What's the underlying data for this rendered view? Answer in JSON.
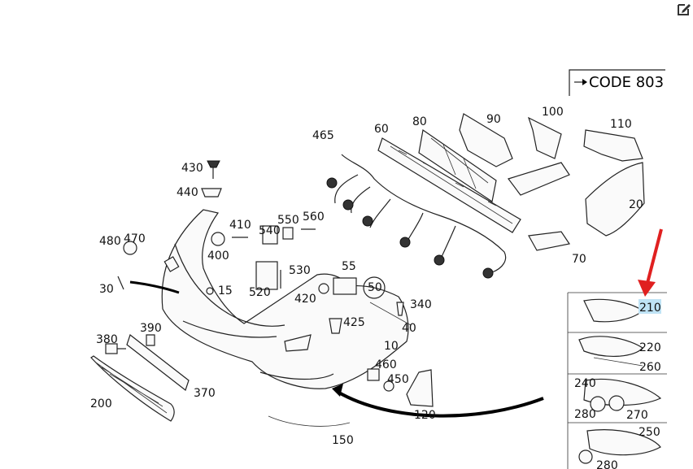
{
  "toolbar": {
    "edit_icon": "edit-icon"
  },
  "diagram": {
    "code_label": "CODE 803",
    "highlight_color": "#bfe3f5",
    "arrow_color": "#e02020",
    "highlighted_part": "210",
    "labels": {
      "p10": "10",
      "p15": "15",
      "p20": "20",
      "p30": "30",
      "p40": "40",
      "p50": "50",
      "p55": "55",
      "p60": "60",
      "p70": "70",
      "p80": "80",
      "p90": "90",
      "p100": "100",
      "p110": "110",
      "p120": "120",
      "p150": "150",
      "p200": "200",
      "p210": "210",
      "p220": "220",
      "p240": "240",
      "p250": "250",
      "p260": "260",
      "p270": "270",
      "p280a": "280",
      "p280b": "280",
      "p340": "340",
      "p370": "370",
      "p380": "380",
      "p390": "390",
      "p400": "400",
      "p410": "410",
      "p420": "420",
      "p425": "425",
      "p430": "430",
      "p440": "440",
      "p450": "450",
      "p460": "460",
      "p465": "465",
      "p470": "470",
      "p480": "480",
      "p520": "520",
      "p530": "530",
      "p540": "540",
      "p550": "550",
      "p560": "560"
    }
  }
}
